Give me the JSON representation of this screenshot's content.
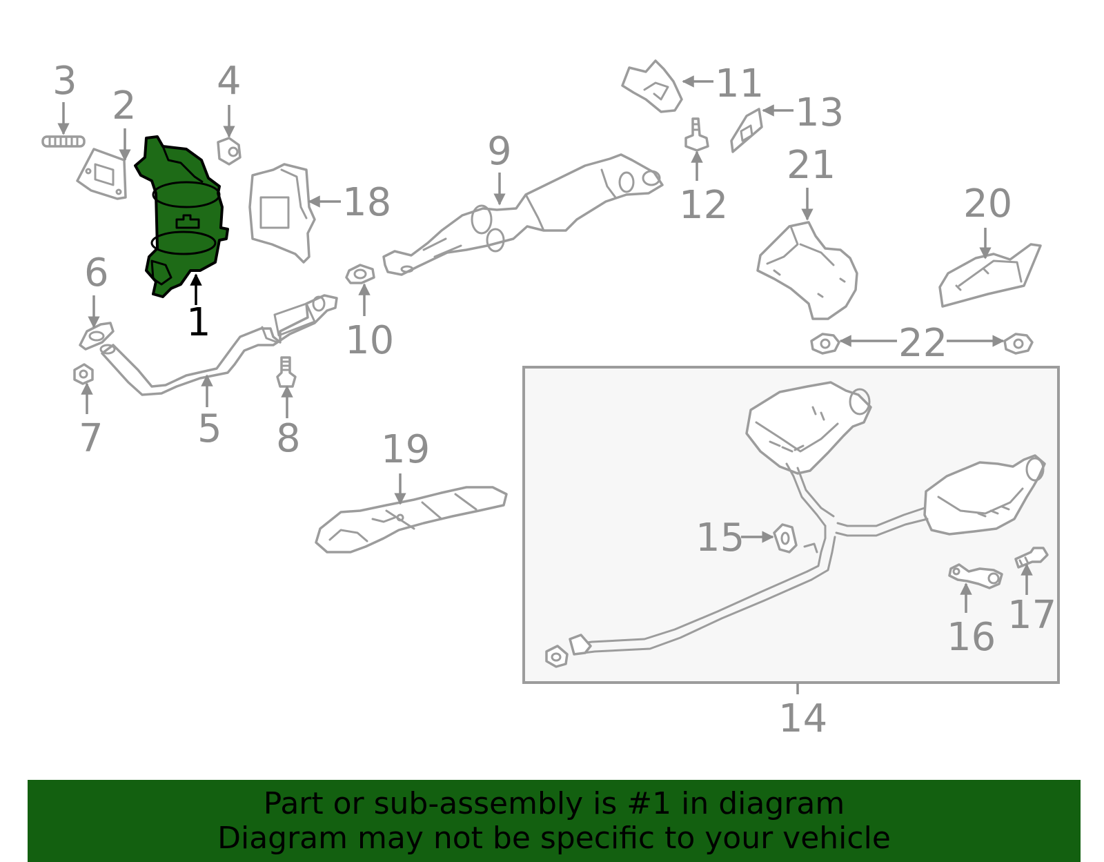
{
  "diagram": {
    "highlighted_part": "1",
    "colors": {
      "highlight_fill": "#1e6b17",
      "banner_bg": "#136010",
      "line_gray": "#9c9c9c",
      "label_gray": "#8e8e8e"
    },
    "callouts": [
      "1",
      "2",
      "3",
      "4",
      "5",
      "6",
      "7",
      "8",
      "9",
      "10",
      "11",
      "12",
      "13",
      "14",
      "15",
      "16",
      "17",
      "18",
      "19",
      "20",
      "21",
      "22"
    ]
  },
  "banner": {
    "line1": "Part or sub-assembly is #1 in diagram",
    "line2": "Diagram may not be specific to your vehicle"
  }
}
